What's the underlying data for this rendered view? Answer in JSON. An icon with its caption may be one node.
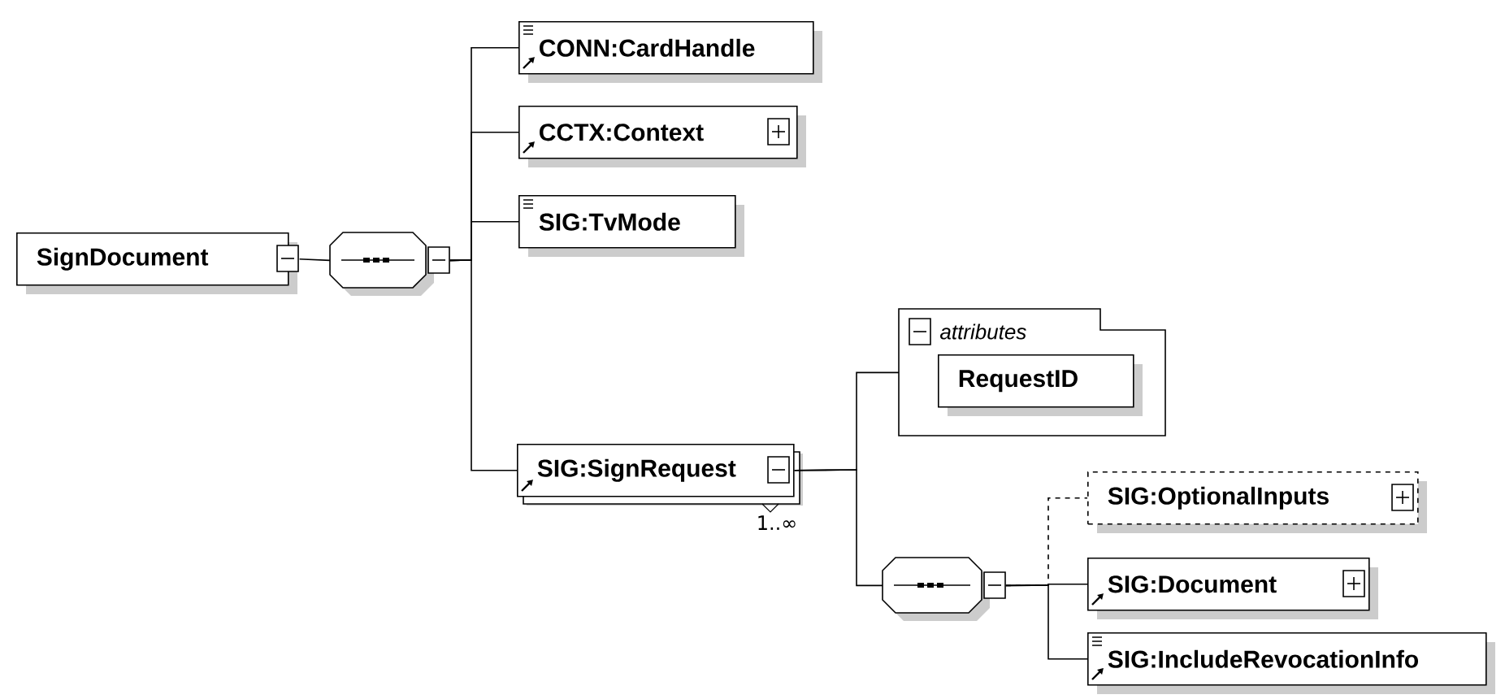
{
  "diagram": {
    "nodes": [
      {
        "text": [
          "SignDocument"
        ]
      },
      {
        "text": [],
        "shape": "octagon"
      },
      {
        "text": [
          "CONN:CardHandle"
        ]
      },
      {
        "text": [
          "CCTX:Context"
        ]
      },
      {
        "text": [
          "SIG:TvMode"
        ]
      },
      {
        "text": [
          "SIG:SignRequest"
        ],
        "beside": [
          "1..∞"
        ]
      },
      {
        "text": [
          "attributes"
        ]
      },
      {
        "text": [
          "RequestID"
        ],
        "in": 6
      },
      {
        "text": [],
        "shape": "octagon"
      },
      {
        "text": [
          "SIG:OptionalInputs"
        ]
      },
      {
        "text": [
          "SIG:Document"
        ]
      },
      {
        "text": [
          "SIG:IncludeRevocationInfo"
        ]
      }
    ],
    "edges": [
      {
        "from": 0,
        "to": 1,
        "arrow": "none"
      },
      {
        "from": 1,
        "to": 2,
        "arrow": "none"
      },
      {
        "from": 1,
        "to": 3,
        "arrow": "none"
      },
      {
        "from": 1,
        "to": 4,
        "arrow": "none"
      },
      {
        "from": 1,
        "to": 5,
        "arrow": "none"
      },
      {
        "from": 5,
        "to": 6,
        "arrow": "none"
      },
      {
        "from": 5,
        "to": 8,
        "arrow": "none"
      },
      {
        "from": 8,
        "to": 9,
        "arrow": "none",
        "style": "dashed"
      },
      {
        "from": 8,
        "to": 10,
        "arrow": "none"
      },
      {
        "from": 8,
        "to": 11,
        "arrow": "none"
      }
    ]
  }
}
